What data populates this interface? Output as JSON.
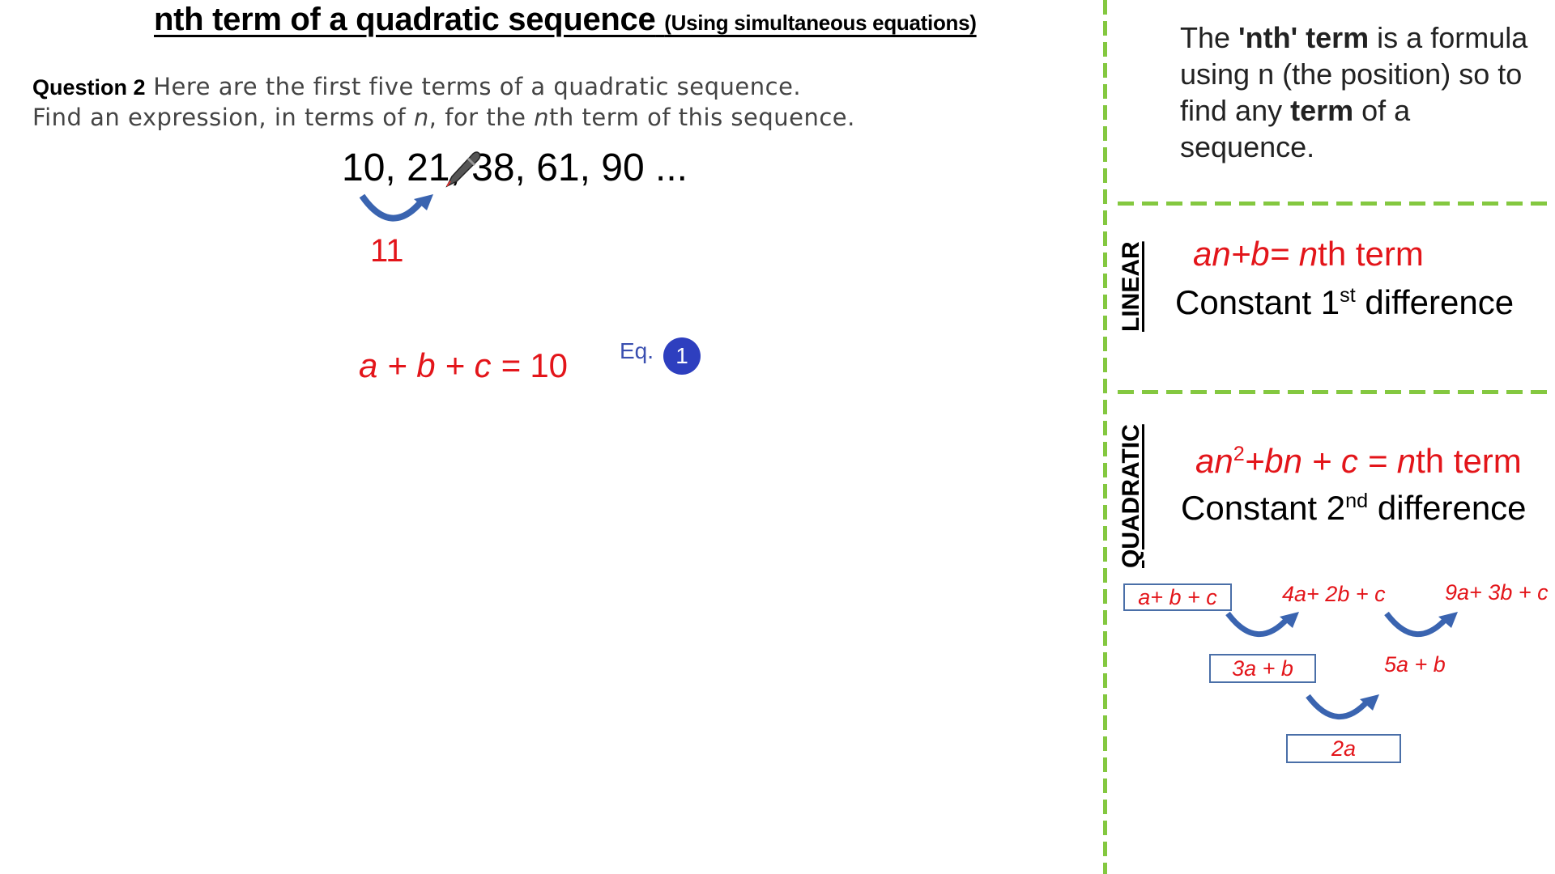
{
  "header": {
    "title": "nth term of a quadratic sequence",
    "subtitle": "(Using simultaneous equations)"
  },
  "question": {
    "label": "Question 2",
    "line1": "Here are the first five terms of a quadratic sequence.",
    "line2_pre": "Find an expression, in terms of ",
    "line2_var": "n",
    "line2_mid": ", for the ",
    "line2_var2": "n",
    "line2_post": "th term of this sequence."
  },
  "sequence": {
    "text": "10, 21, 38, 61, 90 ...",
    "terms": [
      10,
      21,
      38,
      61,
      90
    ],
    "first_difference": "11"
  },
  "working": {
    "equation1": "a + b + c = ",
    "equation1_value": "10",
    "eq_label": "Eq.",
    "eq_number": "1"
  },
  "sidebar": {
    "definition_parts": [
      "The ",
      "'nth' term",
      " is a formula using n (the position) so to find any ",
      "term",
      " of a sequence."
    ],
    "linear": {
      "label": "LINEAR",
      "formula_italic": "an+b=",
      "formula_n": " n",
      "formula_rest": "th term",
      "constant_text": "Constant 1",
      "constant_sup": "st",
      "constant_tail": " difference"
    },
    "quadratic": {
      "label": "QUADRATIC",
      "formula_a": "an",
      "formula_sup": "2",
      "formula_b": "+bn + c = ",
      "formula_n": "n",
      "formula_rest": "th term",
      "constant_text": "Constant 2",
      "constant_sup": "nd",
      "constant_tail": " difference"
    },
    "diagram": {
      "terms": [
        "a+ b + c",
        "4a+ 2b + c",
        "9a+ 3b + c"
      ],
      "first_differences": [
        "3a + b",
        "5a + b"
      ],
      "second_difference": "2a"
    }
  },
  "colors": {
    "accent_red": "#e3151a",
    "arrow_blue": "#3a64b0",
    "divider_green": "#84c840",
    "badge_blue": "#2e3fbf"
  }
}
